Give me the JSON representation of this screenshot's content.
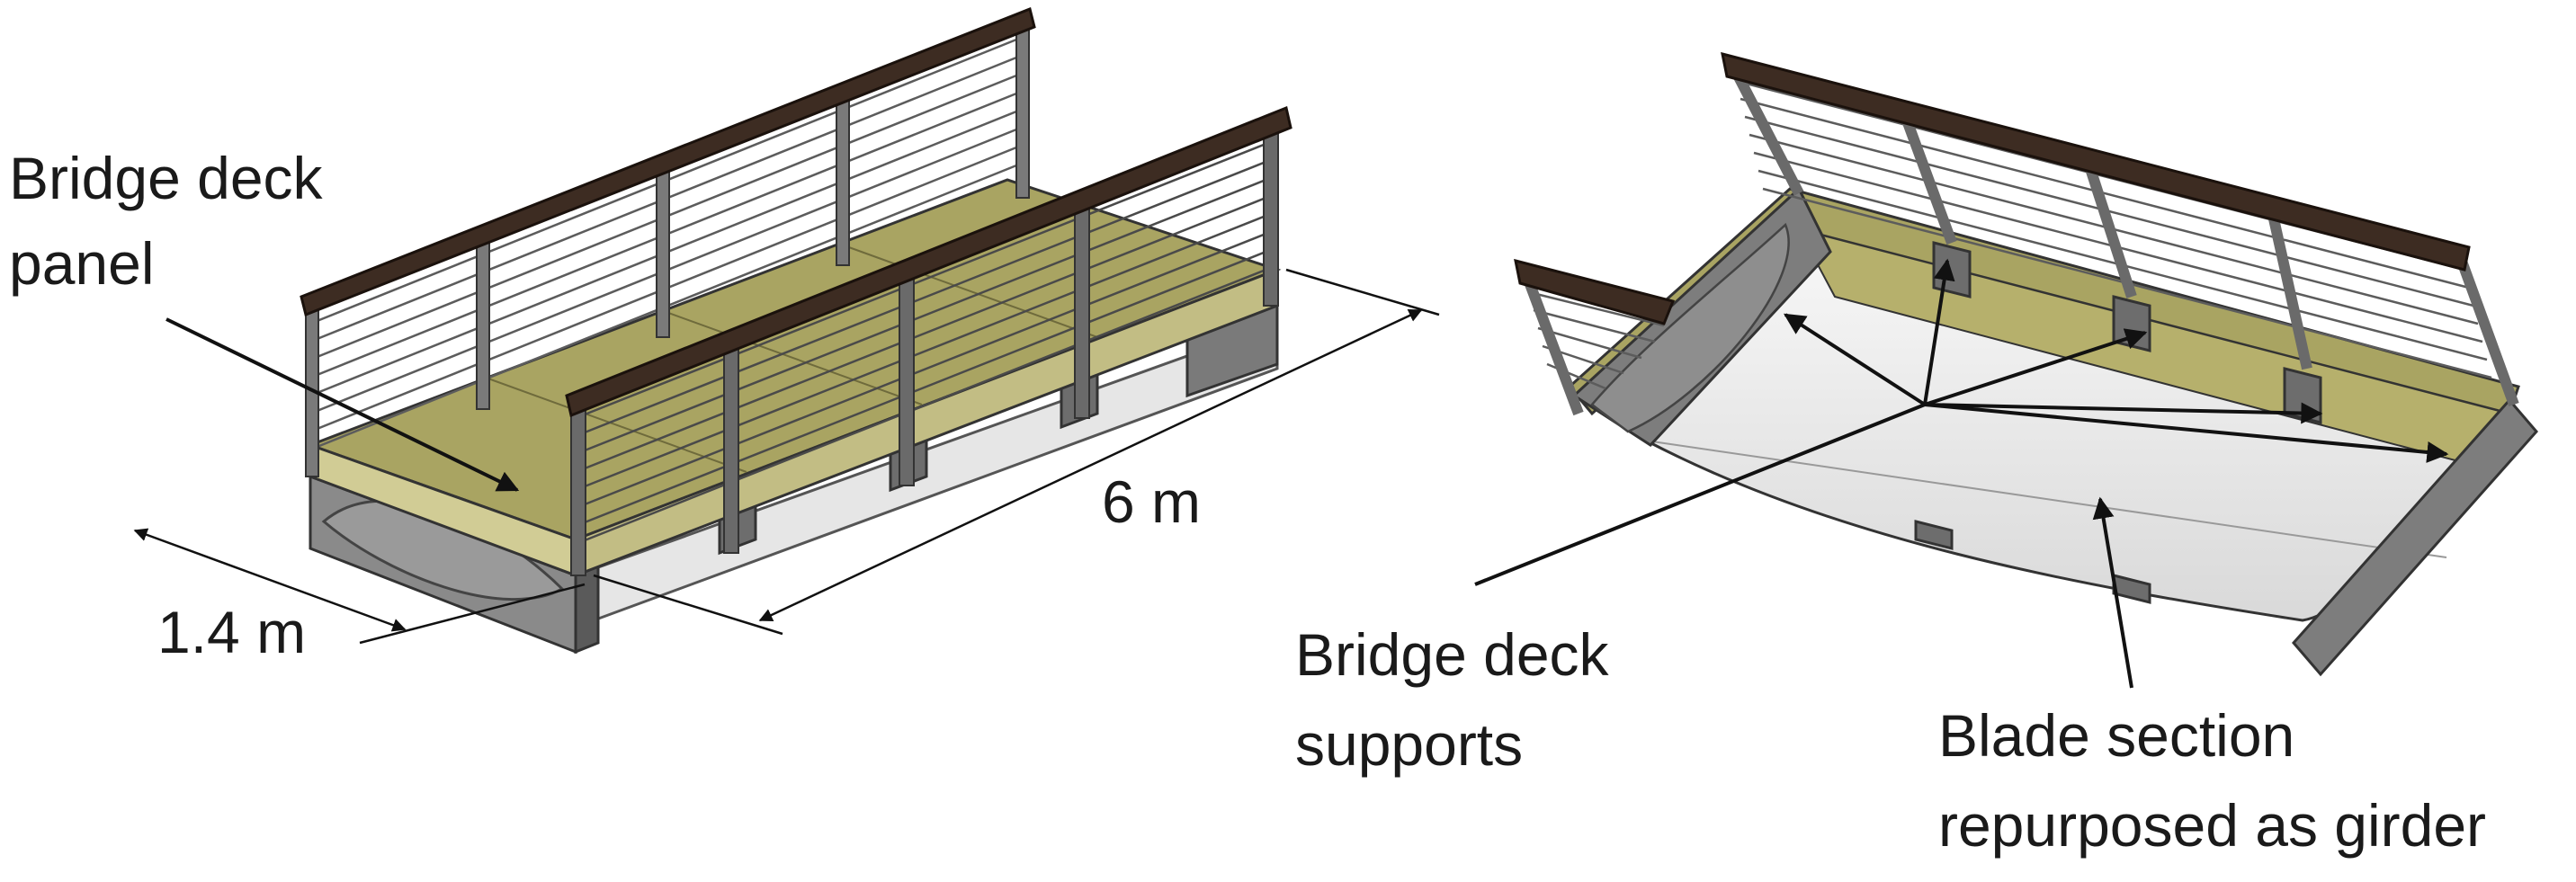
{
  "labels": {
    "deck_panel_line1": "Bridge deck",
    "deck_panel_line2": "panel",
    "width_dim": "1.4 m",
    "length_dim": "6 m",
    "supports_line1": "Bridge deck",
    "supports_line2": "supports",
    "blade_line1": "Blade section",
    "blade_line2": "repurposed as girder"
  },
  "colors": {
    "deck_top": "#a9a462",
    "deck_edge": "#c9c48a",
    "girder_side": "#7e7e7e",
    "girder_dark": "#4f4f4f",
    "handrail": "#3d2c22",
    "post": "#6a6a6a",
    "cable": "#5c5c5c",
    "blade_fill": "#eeeeee",
    "arrow": "#111111"
  }
}
